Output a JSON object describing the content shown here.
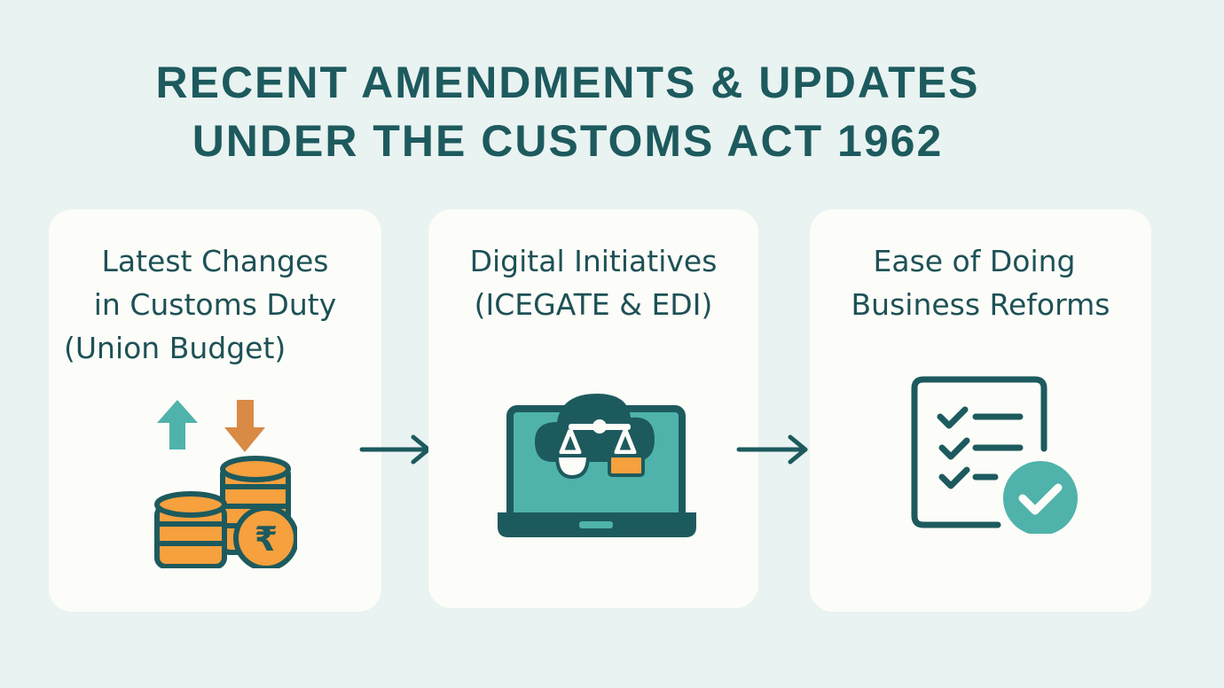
{
  "header": {
    "title_line1": "RECENT AMENDMENTS & UPDATES",
    "title_line2": "UNDER THE CUSTOMS ACT 1962"
  },
  "cards": [
    {
      "title_lines": [
        "Latest Changes",
        "in Customs Duty",
        "(Union Budget)"
      ],
      "icon": "rupee-coins-with-up-down-arrows-icon"
    },
    {
      "title_lines": [
        "Digital Initiatives",
        "(ICEGATE & EDI)"
      ],
      "icon": "laptop-cloud-scales-icon"
    },
    {
      "title_lines": [
        "Ease of Doing",
        "Business Reforms"
      ],
      "icon": "checklist-approved-icon"
    }
  ],
  "connectors": [
    "right-arrow-icon",
    "right-arrow-icon"
  ],
  "colors": {
    "background": "#e9f3f1",
    "card": "#fcfcf8",
    "primary_dark": "#1d5a5e",
    "teal": "#4fb3ab",
    "orange": "#f6a03e",
    "brown_orange": "#d98a45"
  }
}
